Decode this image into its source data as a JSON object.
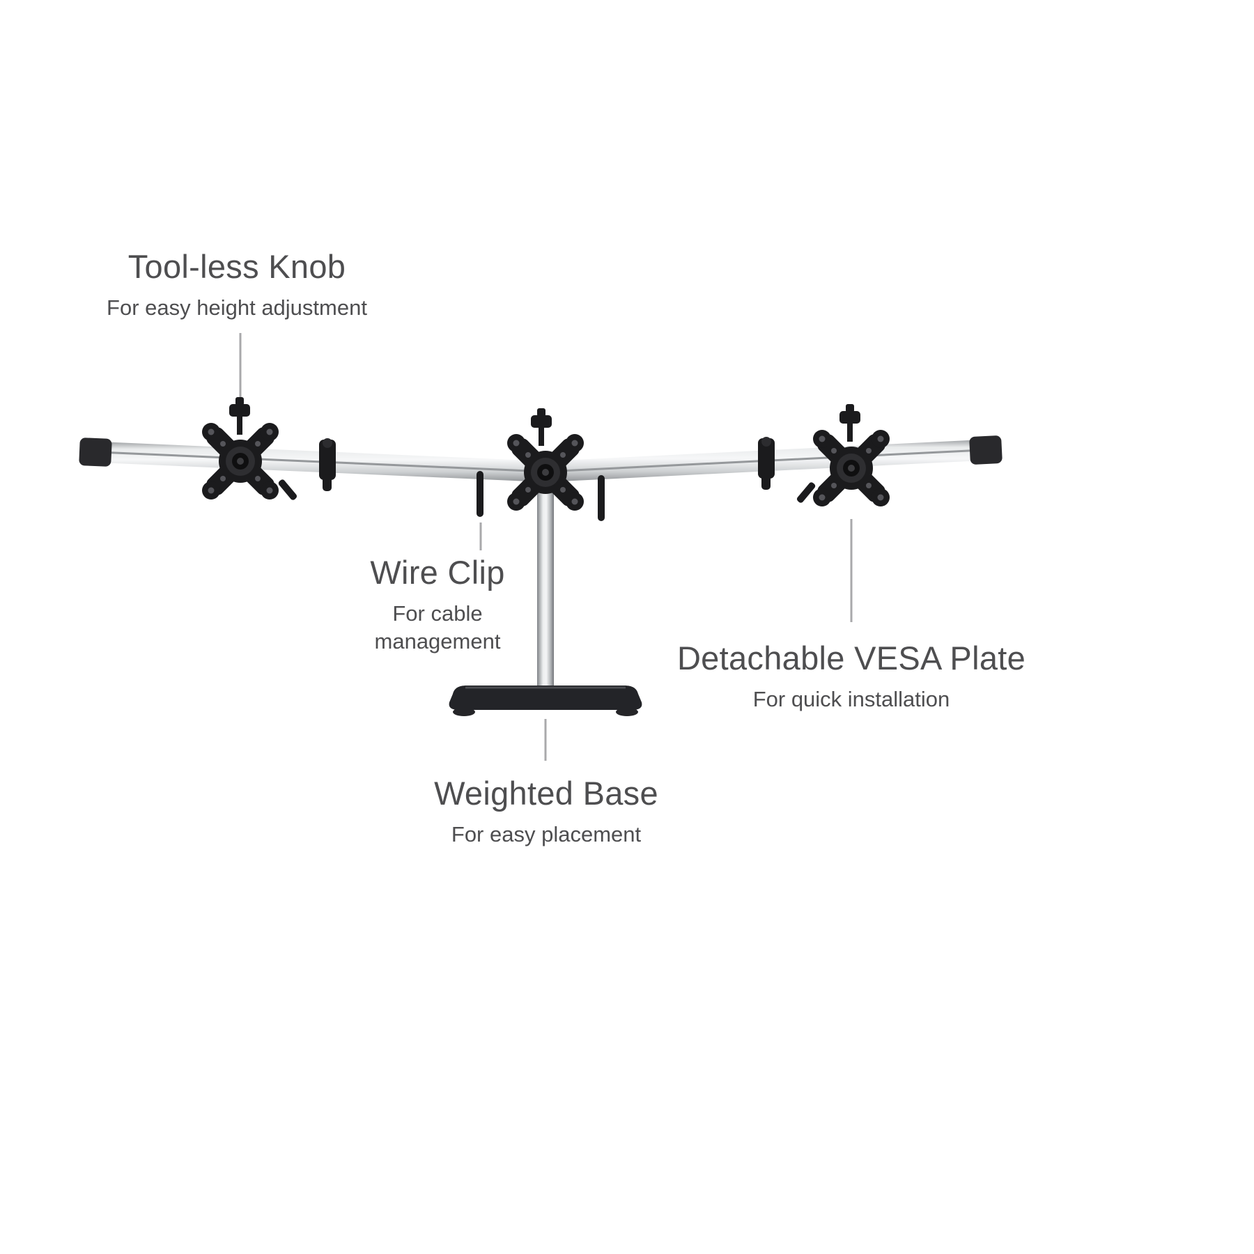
{
  "colors": {
    "text": "#4e4e50",
    "leader_line": "#a9a9ab",
    "part_black": "#1b1b1d"
  },
  "labels": {
    "toolless_knob": {
      "title": "Tool-less Knob",
      "subtitle": "For easy height adjustment"
    },
    "wire_clip": {
      "title": "Wire Clip",
      "subtitle": "For cable management"
    },
    "vesa_plate": {
      "title": "Detachable VESA Plate",
      "subtitle": "For quick installation"
    },
    "weighted_base": {
      "title": "Weighted Base",
      "subtitle": "For easy placement"
    }
  }
}
